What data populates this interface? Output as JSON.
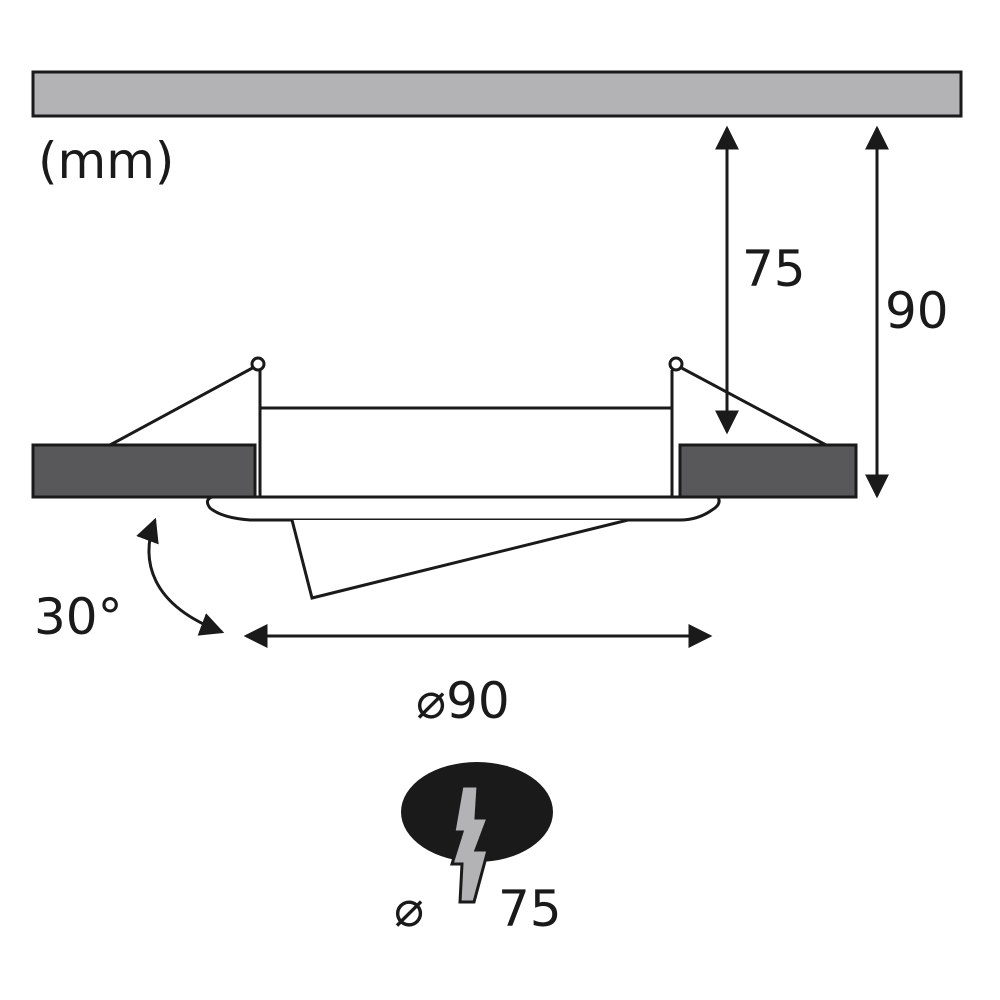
{
  "unit_label": "(mm)",
  "dimensions": {
    "depth_inner": "75",
    "depth_total": "90",
    "tilt_angle": "30°",
    "outer_diameter": "⌀90",
    "cutout_symbol": "⌀",
    "cutout_diameter": "75"
  },
  "colors": {
    "ceiling": "#b3b3b5",
    "ceiling_panel": "#58585a",
    "outline": "#1a1a1a",
    "drill_hole": "#1a1a1a",
    "drill_bit": "#b3b3b5"
  }
}
